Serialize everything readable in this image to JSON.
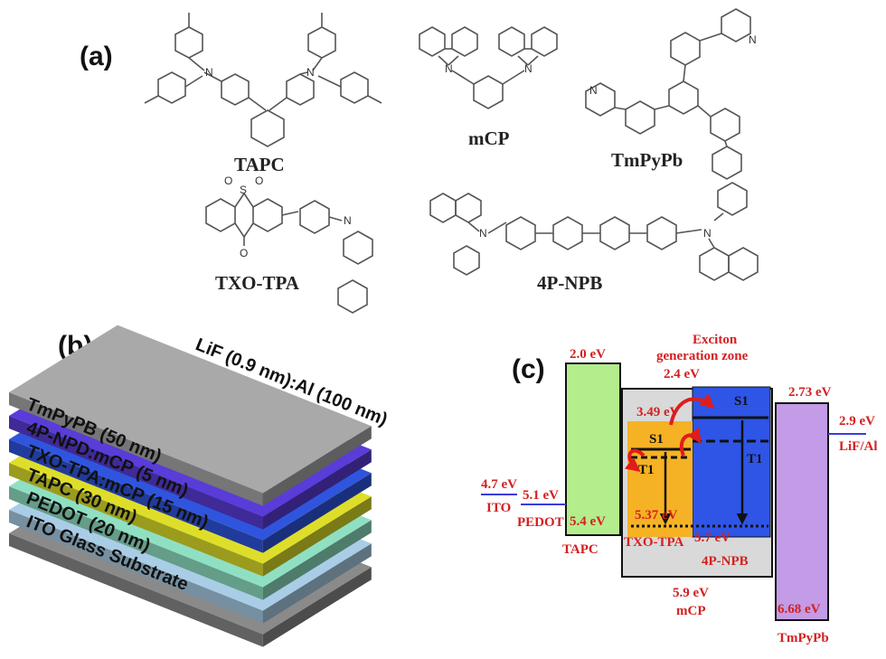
{
  "panels": {
    "a": "(a)",
    "b": "(b)",
    "c": "(c)"
  },
  "molecules": {
    "tapc": "TAPC",
    "mcp": "mCP",
    "tmpypb": "TmPyPb",
    "txo_tpa": "TXO-TPA",
    "np4b": "4P-NPB"
  },
  "atoms": {
    "n": "N",
    "s": "S",
    "o": "O"
  },
  "stack": {
    "layers": [
      {
        "label": "LiF (0.9 nm):Al (100 nm)",
        "color": "#a9a9a9"
      },
      {
        "label": "TmPyPB (50 nm)",
        "color": "#5a3cd8"
      },
      {
        "label": "4P-NPD:mCP (5 nm)",
        "color": "#2f55df"
      },
      {
        "label": "TXO-TPA:mCP (15 nm)",
        "color": "#dede2a"
      },
      {
        "label": "TAPC (30 nm)",
        "color": "#8fe0c2"
      },
      {
        "label": "PEDOT (20 nm)",
        "color": "#a9cde6"
      },
      {
        "label": "ITO Glass Substrate",
        "color": "#8a8a8a"
      }
    ]
  },
  "energy": {
    "title_line1": "Exciton",
    "title_line2": "generation zone",
    "levels": {
      "tapc_lumo": "2.0 eV",
      "txo_lumo": "2.4 eV",
      "txo_s1": "3.49 eV",
      "tmpypb_lumo": "2.73 eV",
      "lif_level": "2.9 eV",
      "ito_level": "4.7 eV",
      "pedot_level": "5.1 eV",
      "tapc_homo": "5.4 eV",
      "txo_homo": "5.37 eV",
      "npb_homo": "5.7 eV",
      "mcp_homo": "5.9 eV",
      "tmpypb_homo": "6.68 eV"
    },
    "materials": {
      "ito": "ITO",
      "pedot": "PEDOT",
      "tapc": "TAPC",
      "txo": "TXO-TPA",
      "npb": "4P-NPB",
      "mcp": "mCP",
      "tmpypb": "TmPyPb",
      "lif": "LiF/Al"
    },
    "states": {
      "s1": "S1",
      "t1": "T1"
    },
    "colors": {
      "tapc": "#b3ed8c",
      "mcp": "#d9d9d9",
      "txo": "#f5b224",
      "npb": "#2f55e6",
      "tmpypb": "#c39be6",
      "label": "#d42020",
      "arrow": "#e01c1c",
      "electrode": "#3b3bdc"
    }
  }
}
